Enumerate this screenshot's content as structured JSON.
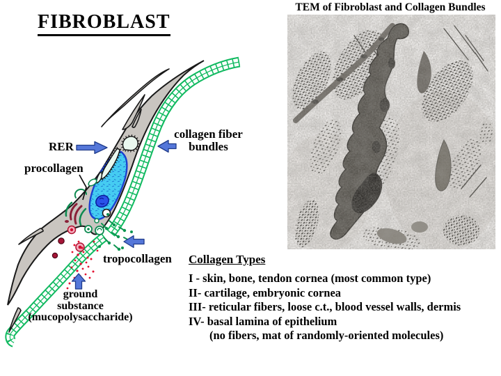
{
  "slide": {
    "title": "FIBROBLAST"
  },
  "tem": {
    "title": "TEM of Fibroblast and Collagen Bundles"
  },
  "diagram": {
    "labels": {
      "rer": "RER",
      "procollagen": "procollagen",
      "bundles1": "collagen fiber",
      "bundles2": "bundles",
      "tropocollagen": "tropocollagen",
      "ground1": "ground",
      "ground2": "substance",
      "ground3": "(mucopolysaccharide)"
    },
    "colors": {
      "cell_body": "#c9c5c0",
      "cell_outline": "#191919",
      "collagen_band_green": "#0fb95f",
      "nucleus_fill": "#45ccf2",
      "nucleus_outline": "#1b3fd0",
      "nucleolus": "#2a52ea",
      "label_arrow_blue": "#5577d9",
      "ground_substance_red": "#e31230",
      "vesicle_pink": "#f3aebd",
      "organelle_dark_red": "#8a2038",
      "organelle_green": "#0d8a50"
    }
  },
  "collagen": {
    "heading": "Collagen Types",
    "items": [
      "I - skin, bone, tendon cornea (most common type)",
      "II- cartilage, embryonic cornea",
      "III- reticular fibers, loose c.t., blood vessel walls, dermis",
      "IV- basal lamina of epithelium"
    ],
    "note": "(no fibers, mat of randomly-oriented molecules)"
  }
}
